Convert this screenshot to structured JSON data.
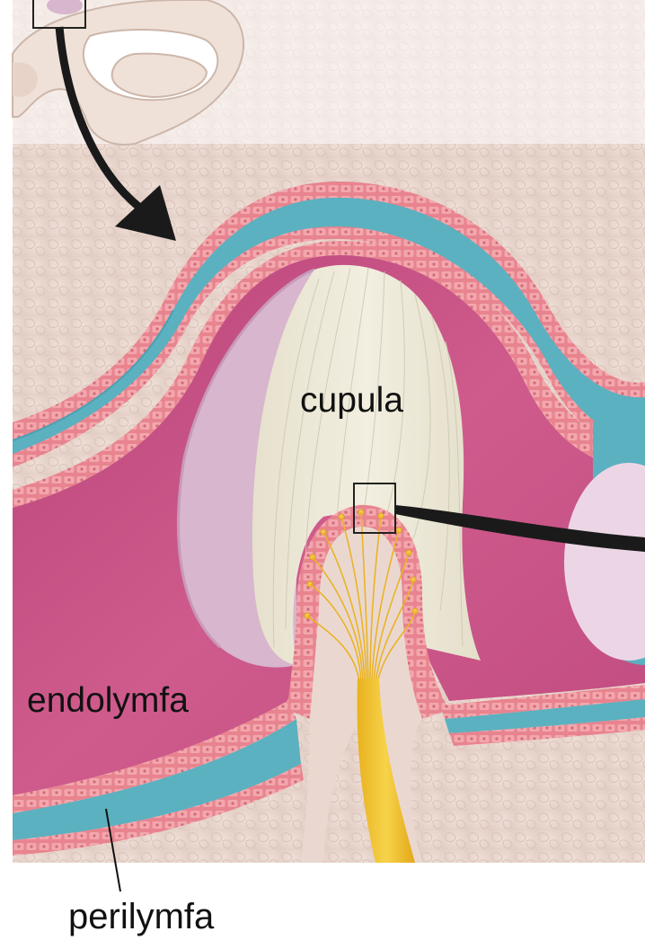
{
  "labels": {
    "cupula": "cupula",
    "endolymph": "endolymfa",
    "perilymph": "perilymfa"
  },
  "colors": {
    "bone": "#ead8d0",
    "perilymph": "#5bb1c0",
    "endolymph": "#c84f82",
    "epithelium": "#e8848f",
    "cupula": "#ece8d6",
    "cupula_side": "#d8b6cd",
    "nerve": "#f0c232",
    "arrow": "#1a1a1a"
  },
  "icons": [
    "semicircular-canal-inset",
    "zoom-arrow",
    "zoom-box"
  ]
}
